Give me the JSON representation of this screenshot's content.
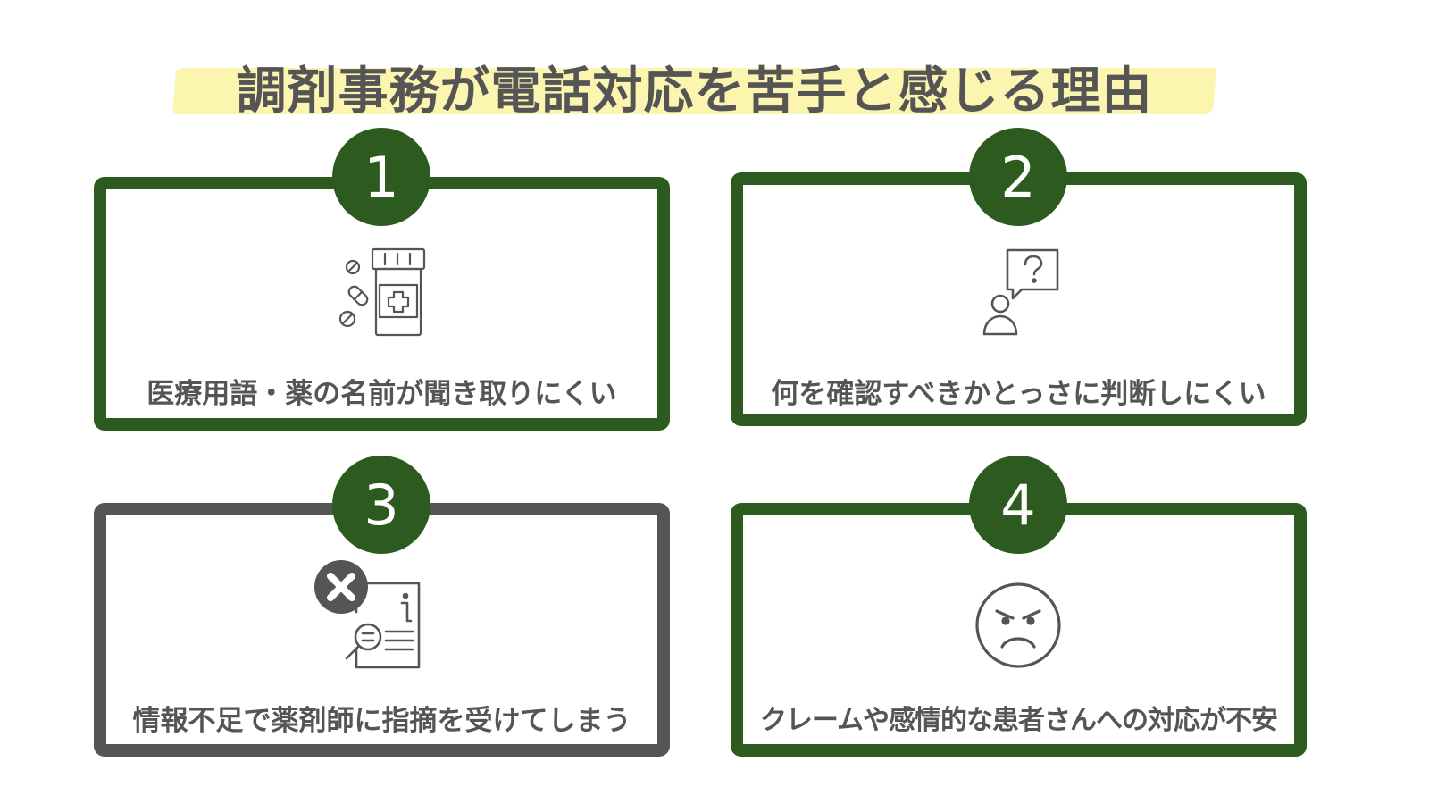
{
  "title": "調剤事務が電話対応を苦手と感じる理由",
  "cards": [
    {
      "number": "1",
      "label": "医療用語・薬の名前が聞き取りにくい",
      "icon": "medicine-bottle-icon"
    },
    {
      "number": "2",
      "label": "何を確認すべきかとっさに判断しにくい",
      "icon": "person-question-icon"
    },
    {
      "number": "3",
      "label": "情報不足で薬剤師に指摘を受けてしまう",
      "icon": "document-error-icon"
    },
    {
      "number": "4",
      "label": "クレームや感情的な患者さんへの対応が不安",
      "icon": "angry-face-icon"
    }
  ],
  "colors": {
    "green": "#2d5a1e",
    "gray": "#555555",
    "highlight": "#fbf5b0",
    "text": "#555555"
  }
}
